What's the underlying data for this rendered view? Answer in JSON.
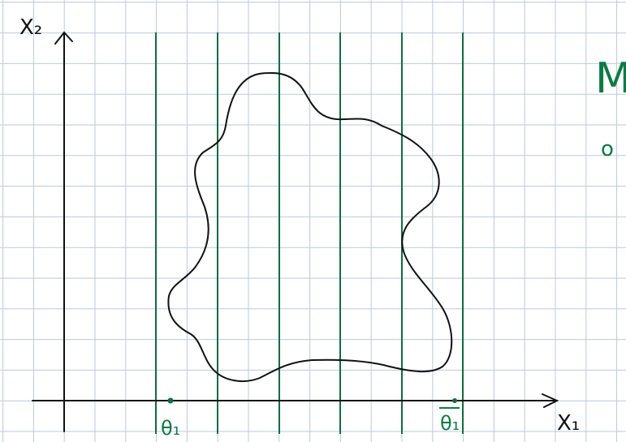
{
  "diagram": {
    "axis_x_label": "X₁",
    "axis_y_label": "X₂",
    "theta_lower_label": "θ₁",
    "theta_upper_label": "θ₁",
    "partial_note_line1": "M",
    "partial_note_line2": "o"
  },
  "colors": {
    "grid": "#b9c9e0",
    "axes": "#111111",
    "strips": "#0e6e3e",
    "contour": "#111111",
    "notes": "#0e7a44",
    "background": "#ffffff"
  }
}
